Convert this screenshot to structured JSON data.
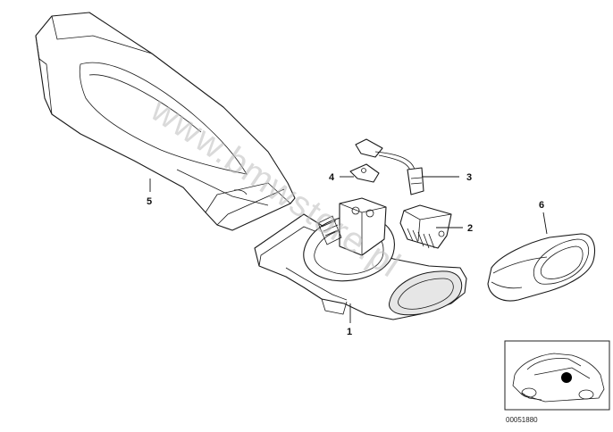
{
  "callouts": {
    "p1": "1",
    "p2": "2",
    "p3": "3",
    "p4": "4",
    "p5": "5",
    "p6": "6"
  },
  "watermark": "www.bmwstore.pl",
  "diagram_id": "00051880"
}
